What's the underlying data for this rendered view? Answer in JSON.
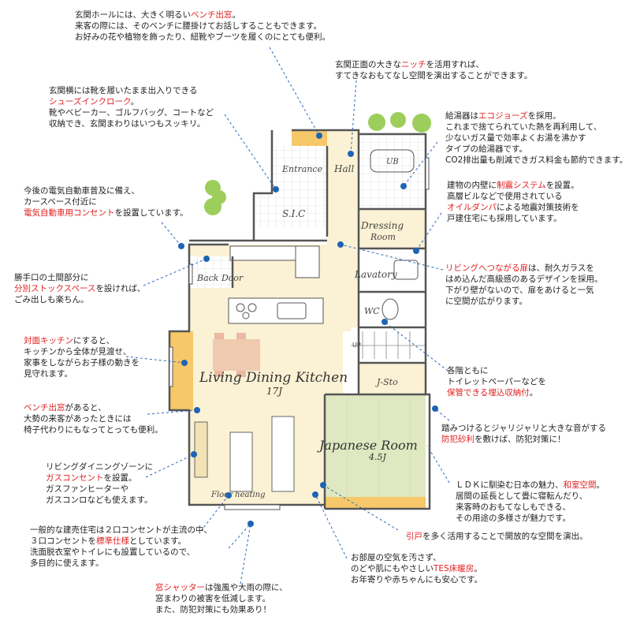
{
  "rooms": {
    "entrance": "Entrance",
    "hall": "Hall",
    "ub": "UB",
    "sic": "S.I.C",
    "dressing_1": "Dressing",
    "dressing_2": "Room",
    "back_door": "Back Door",
    "lavatory": "Lavatory",
    "wc": "WC",
    "up": "UP",
    "ldk": "Living Dining Kitchen",
    "ldk_size": "17J",
    "j_sto": "J-Sto",
    "japanese": "Japanese Room",
    "japanese_size": "4.5J",
    "floor_heating": "Floor heating"
  },
  "notes": {
    "n1": {
      "l1a": "玄関ホールには、大きく明るい",
      "l1h": "ベンチ出窓",
      "l1b": "。",
      "l2": "来客の際には、そのベンチに腰掛けてお話しすることもできます。",
      "l3": "お好みの花や植物を飾ったり、紐靴やブーツを履くのにとても便利。"
    },
    "n2": {
      "l1a": "玄関正面の大きな",
      "l1h": "ニッチ",
      "l1b": "を活用すれば、",
      "l2": "すてきなおもてなし空間を演出することができます。"
    },
    "n3": {
      "l1": "玄関横には靴を履いたまま出入りできる",
      "l2h": "シューズインクローク",
      "l2b": "。",
      "l3": "靴やベビーカー、ゴルフバッグ、コートなど",
      "l4": "収納でき、玄関まわりはいつもスッキリ。"
    },
    "n4": {
      "l1a": "給湯器は",
      "l1h": "エコジョーズ",
      "l1b": "を採用。",
      "l2": "これまで捨てられていた熱を再利用して、",
      "l3": "少ないガス量で効率よくお湯を沸かす",
      "l4": "タイプの給湯器です。",
      "l5": "CO2排出量も削減できガス料金も節約できます。"
    },
    "n5": {
      "l1": "今後の電気自動車普及に備え、",
      "l2": "カースペース付近に",
      "l3h": "電気自動車用コンセント",
      "l3b": "を設置しています。"
    },
    "n6": {
      "l1a": "建物の内壁に",
      "l1h": "制震システム",
      "l1b": "を設置。",
      "l2": "高層ビルなどで使用されている",
      "l3h": "オイルダンパ",
      "l3b": "による地震対策技術を",
      "l4": "戸建住宅にも採用しています。"
    },
    "n7": {
      "l1": "勝手口の土間部分に",
      "l2h": "分別ストックスペース",
      "l2b": "を設ければ、",
      "l3": "ごみ出しも楽ちん。"
    },
    "n8": {
      "l1h": "リビングへつながる扉",
      "l1b": "は、耐久ガラスを",
      "l2": "はめ込んだ高級感のあるデザインを採用。",
      "l3": "下がり壁がないので、扉をあけると一気",
      "l4": "に空間が広がります。"
    },
    "n9": {
      "l1h": "対面キッチン",
      "l1b": "にすると、",
      "l2": "キッチンから全体が見渡せ、",
      "l3": "家事をしながらお子様の動きを",
      "l4": "見守れます。"
    },
    "n10": {
      "l1": "各階ともに",
      "l2": "トイレットペーパーなどを",
      "l3h": "保管できる埋込収納付",
      "l3b": "。"
    },
    "n11": {
      "l1h": "ベンチ出窓",
      "l1b": "があると、",
      "l2": "大勢の来客があったときには",
      "l3": "椅子代わりにもなってとっても便利。"
    },
    "n12": {
      "l1": "踏みつけるとジャリジャリと大きな音がする",
      "l2h": "防犯砂利",
      "l2b": "を敷けば、防犯対策に！"
    },
    "n13": {
      "l1": "リビングダイニングゾーンに",
      "l2h": "ガスコンセント",
      "l2b": "を設置。",
      "l3": "ガスファンヒーターや",
      "l4": "ガスコンロなども使えます。"
    },
    "n14": {
      "l1a": "ＬＤＫに馴染む日本の魅力、",
      "l1h": "和室空間",
      "l1b": "。",
      "l2": "居間の延長として畳に寝転んだり、",
      "l3": "来客時のおもてなしもできる、",
      "l4": "その用途の多様さが魅力です。"
    },
    "n15": {
      "l1": "一般的な建売住宅は２口コンセントが主流の中、",
      "l2a": "３口コンセントを",
      "l2h": "標準仕様",
      "l2b": "としています。",
      "l3": "洗面脱衣室やトイレにも設置しているので、",
      "l4": "多目的に使えます。"
    },
    "n16": {
      "l1h": "引戸",
      "l1b": "を多く活用することで開放的な空間を演出。"
    },
    "n17": {
      "l1": "お部屋の空気を汚さず、",
      "l2a": "のどや肌にもやさしい",
      "l2h": "TES床暖房",
      "l2b": "。",
      "l3": "お年寄りや赤ちゃんにも安心です。"
    },
    "n18": {
      "l1h": "窓シャッター",
      "l1b": "は強風や大雨の際に、",
      "l2": "窓まわりの被害を低減します。",
      "l3": "また、防犯対策にも効果あり！"
    }
  },
  "colors": {
    "highlight": "#e02020",
    "dot": "#1e64b4",
    "leader": "#2a6ab8",
    "floor_wood": "#fbf1d4",
    "accent_orange": "#f6c86a",
    "tatami": "#dfe8c0",
    "wall": "#555555",
    "tree": "#8cc63f"
  }
}
